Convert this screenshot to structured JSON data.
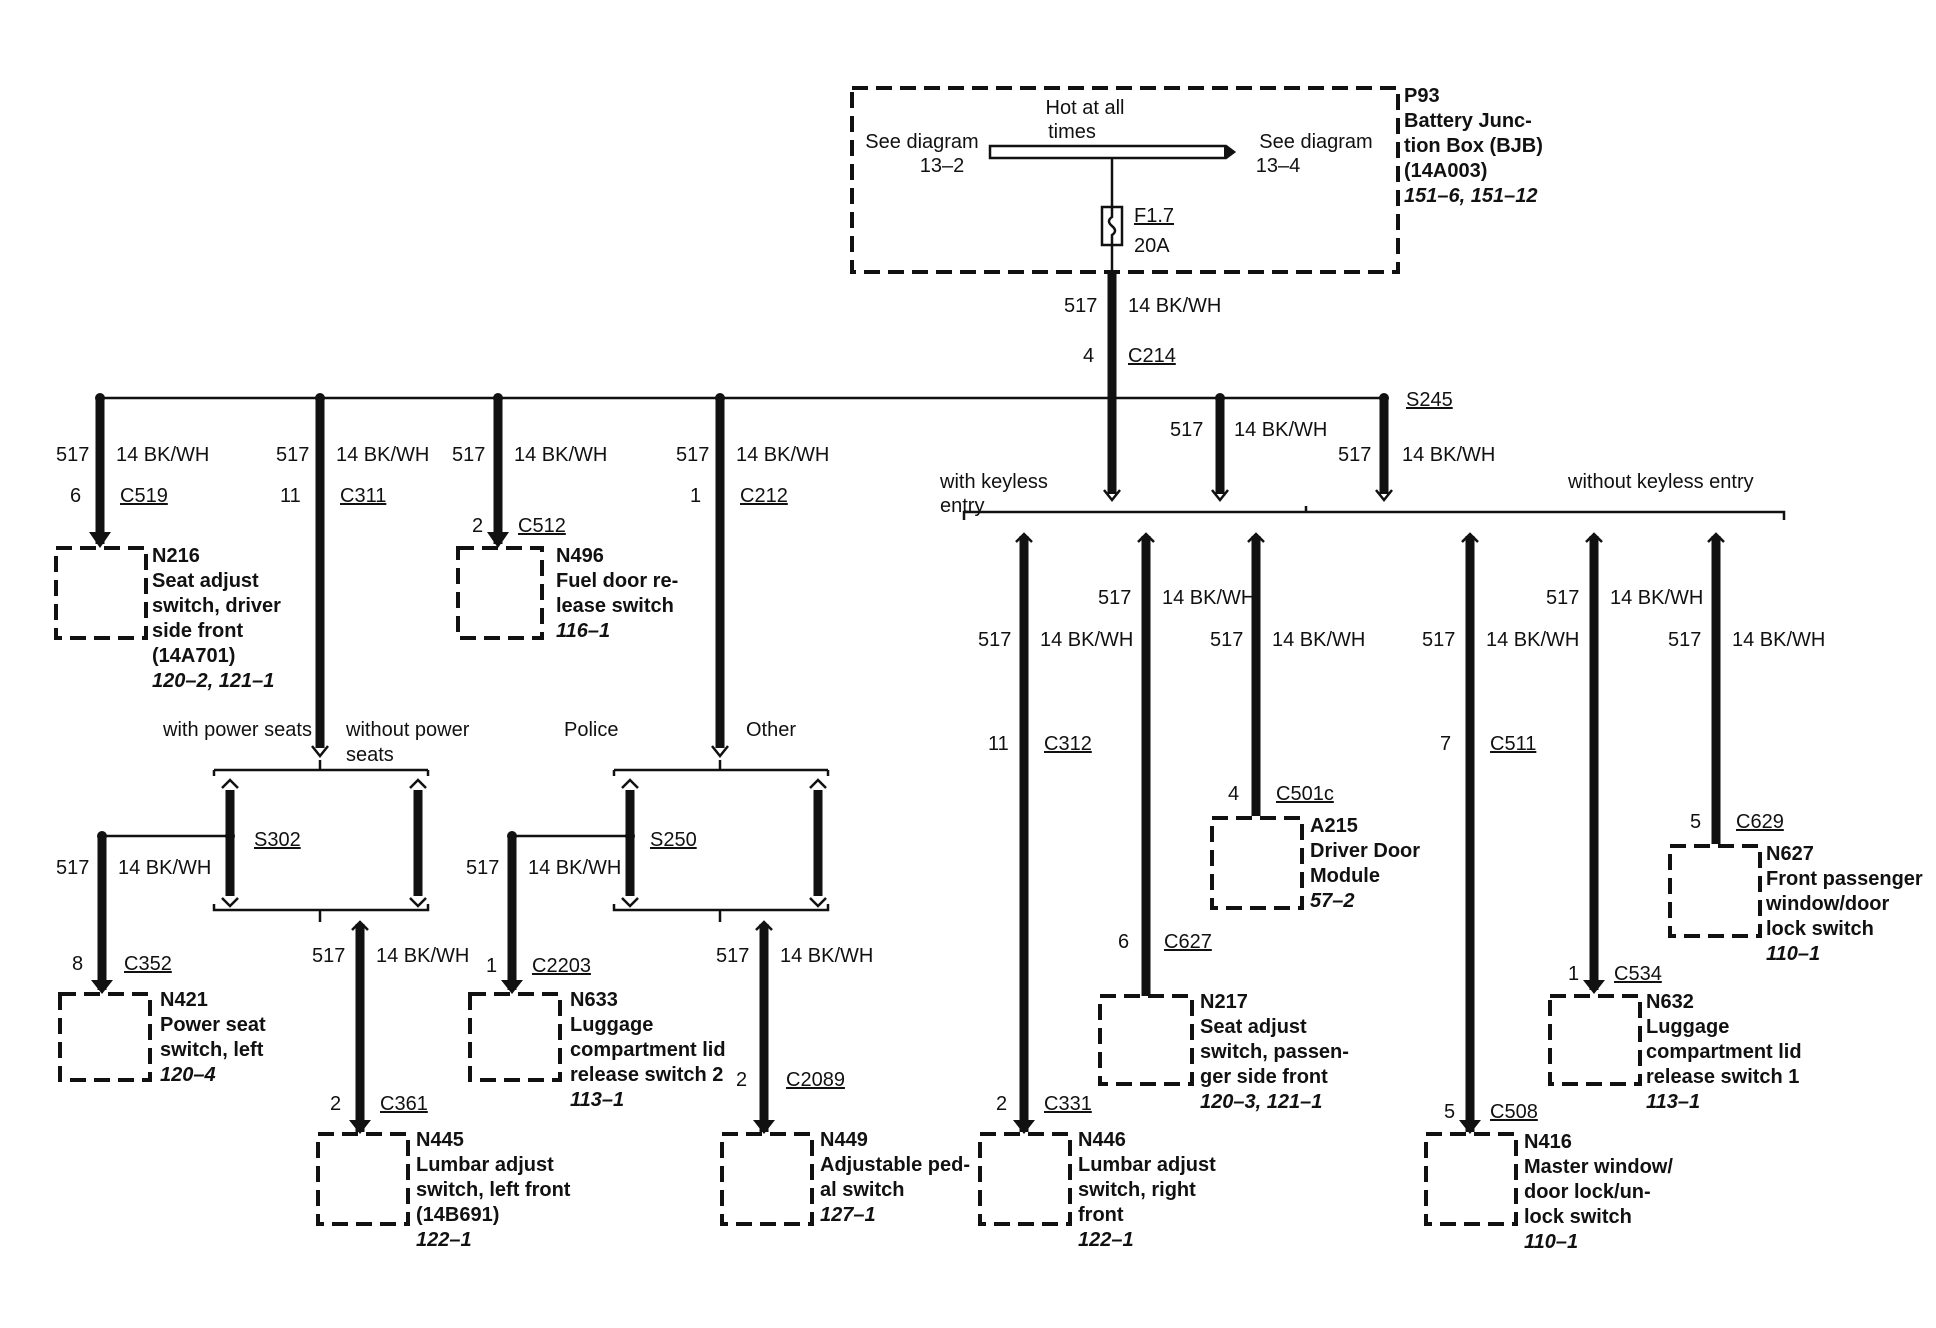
{
  "source": {
    "connector": "P93",
    "name_lines": [
      "Battery Junc-",
      "tion Box (BJB)",
      "(14A003)"
    ],
    "ref": "151–6, 151–12",
    "hot_label_lines": [
      "Hot at all",
      "times"
    ],
    "see_left_lines": [
      "See diagram",
      "13–2"
    ],
    "see_right_lines": [
      "See diagram",
      "13–4"
    ],
    "fuse_name": "F1.7",
    "fuse_rating": "20A"
  },
  "wire": {
    "circuit": "517",
    "spec": "14 BK/WH"
  },
  "main_connector": {
    "pin": "4",
    "id": "C214"
  },
  "splices": {
    "s245": "S245",
    "s302": "S302",
    "s250": "S250"
  },
  "branch_labels": {
    "with_keyless": [
      "with keyless",
      "entry"
    ],
    "without_keyless": "without keyless entry",
    "with_power_seats": "with power seats",
    "without_power_seats": [
      "without power",
      "seats"
    ],
    "police": "Police",
    "other": "Other"
  },
  "connectors": {
    "c519": {
      "pin": "6",
      "id": "C519"
    },
    "c311": {
      "pin": "11",
      "id": "C311"
    },
    "c512": {
      "pin": "2",
      "id": "C512"
    },
    "c212": {
      "pin": "1",
      "id": "C212"
    },
    "c352": {
      "pin": "8",
      "id": "C352"
    },
    "c361": {
      "pin": "2",
      "id": "C361"
    },
    "c2203": {
      "pin": "1",
      "id": "C2203"
    },
    "c2089": {
      "pin": "2",
      "id": "C2089"
    },
    "c312": {
      "pin": "11",
      "id": "C312"
    },
    "c331": {
      "pin": "2",
      "id": "C331"
    },
    "c627": {
      "pin": "6",
      "id": "C627"
    },
    "c501c": {
      "pin": "4",
      "id": "C501c"
    },
    "c511": {
      "pin": "7",
      "id": "C511"
    },
    "c508": {
      "pin": "5",
      "id": "C508"
    },
    "c534": {
      "pin": "1",
      "id": "C534"
    },
    "c629": {
      "pin": "5",
      "id": "C629"
    }
  },
  "components": {
    "n216": {
      "id": "N216",
      "lines": [
        "Seat adjust",
        "switch, driver",
        "side front",
        "(14A701)"
      ],
      "ref": "120–2, 121–1"
    },
    "n496": {
      "id": "N496",
      "lines": [
        "Fuel door re-",
        "lease switch"
      ],
      "ref": "116–1"
    },
    "n421": {
      "id": "N421",
      "lines": [
        "Power seat",
        "switch, left"
      ],
      "ref": "120–4"
    },
    "n445": {
      "id": "N445",
      "lines": [
        "Lumbar adjust",
        "switch, left front",
        "(14B691)"
      ],
      "ref": "122–1"
    },
    "n633": {
      "id": "N633",
      "lines": [
        "Luggage",
        "compartment lid",
        "release switch 2"
      ],
      "ref": "113–1"
    },
    "n449": {
      "id": "N449",
      "lines": [
        "Adjustable ped-",
        "al switch"
      ],
      "ref": "127–1"
    },
    "n446": {
      "id": "N446",
      "lines": [
        "Lumbar adjust",
        "switch, right",
        "front"
      ],
      "ref": "122–1"
    },
    "n217": {
      "id": "N217",
      "lines": [
        "Seat adjust",
        "switch, passen-",
        "ger side front"
      ],
      "ref": "120–3, 121–1"
    },
    "a215": {
      "id": "A215",
      "lines": [
        "Driver Door",
        "Module"
      ],
      "ref": "57–2"
    },
    "n416": {
      "id": "N416",
      "lines": [
        "Master window/",
        "door lock/un-",
        "lock switch"
      ],
      "ref": "110–1"
    },
    "n632": {
      "id": "N632",
      "lines": [
        "Luggage",
        "compartment lid",
        "release switch 1"
      ],
      "ref": "113–1"
    },
    "n627": {
      "id": "N627",
      "lines": [
        "Front passenger",
        "window/door",
        "lock switch"
      ],
      "ref": "110–1"
    }
  }
}
